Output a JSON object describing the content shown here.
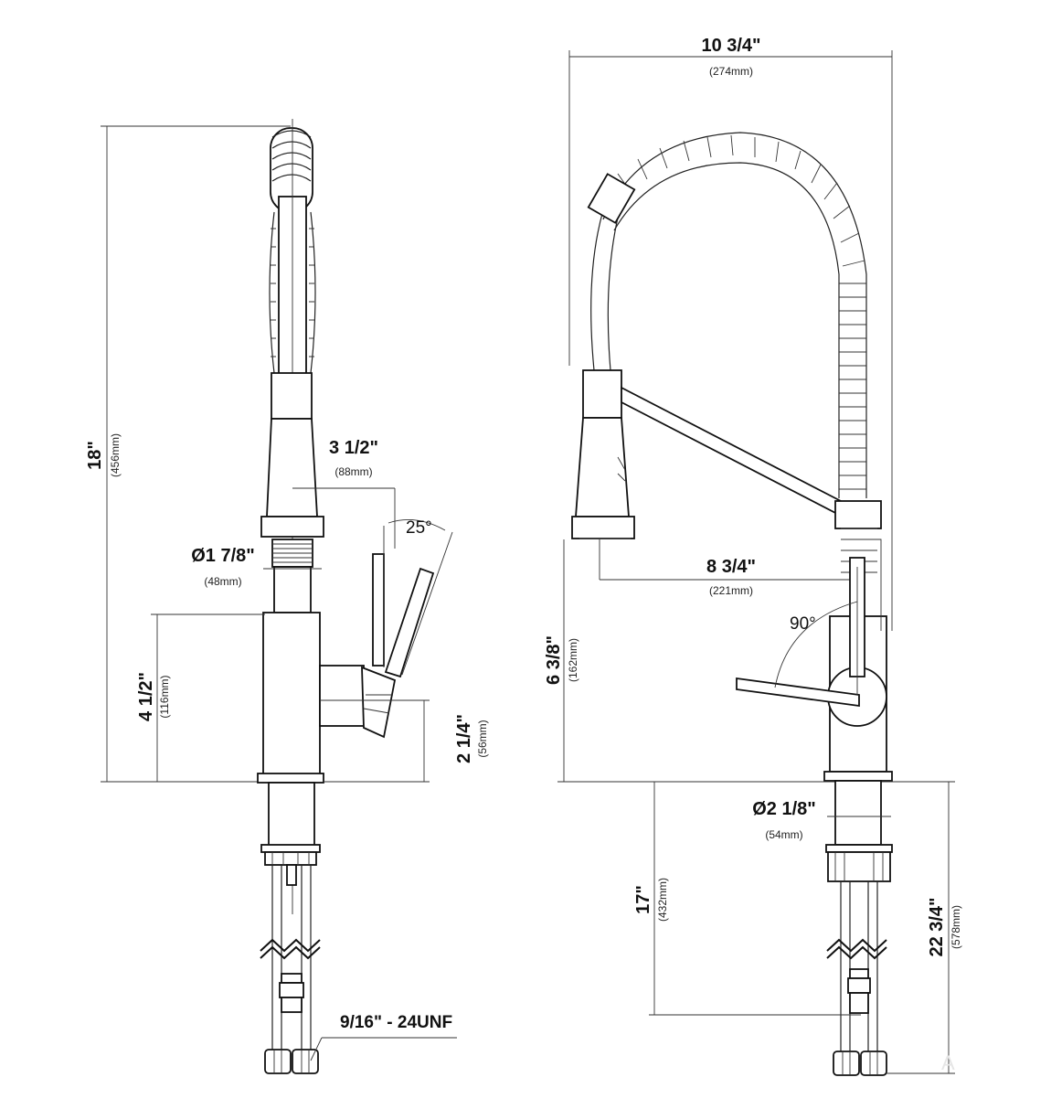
{
  "left_view": {
    "height": {
      "main": "18\"",
      "sub": "(456mm)"
    },
    "reach": {
      "main": "3 1/2\"",
      "sub": "(88mm)"
    },
    "handle_angle": "25°",
    "base_dia": {
      "main": "Ø1 7/8\"",
      "sub": "(48mm)"
    },
    "body_height": {
      "main": "4 1/2\"",
      "sub": "(116mm)"
    },
    "handle_height": {
      "main": "2 1/4\"",
      "sub": "(56mm)"
    },
    "thread": "9/16\" - 24UNF"
  },
  "right_view": {
    "width": {
      "main": "10 3/4\"",
      "sub": "(274mm)"
    },
    "spout_reach": {
      "main": "8 3/4\"",
      "sub": "(221mm)"
    },
    "handle_angle": "90°",
    "spray_height": {
      "main": "6 3/8\"",
      "sub": "(162mm)"
    },
    "shank_dia": {
      "main": "Ø2 1/8\"",
      "sub": "(54mm)"
    },
    "hose_length": {
      "main": "17\"",
      "sub": "(432mm)"
    },
    "total_length": {
      "main": "22 3/4\"",
      "sub": "(578mm)"
    }
  },
  "watermark": "A"
}
